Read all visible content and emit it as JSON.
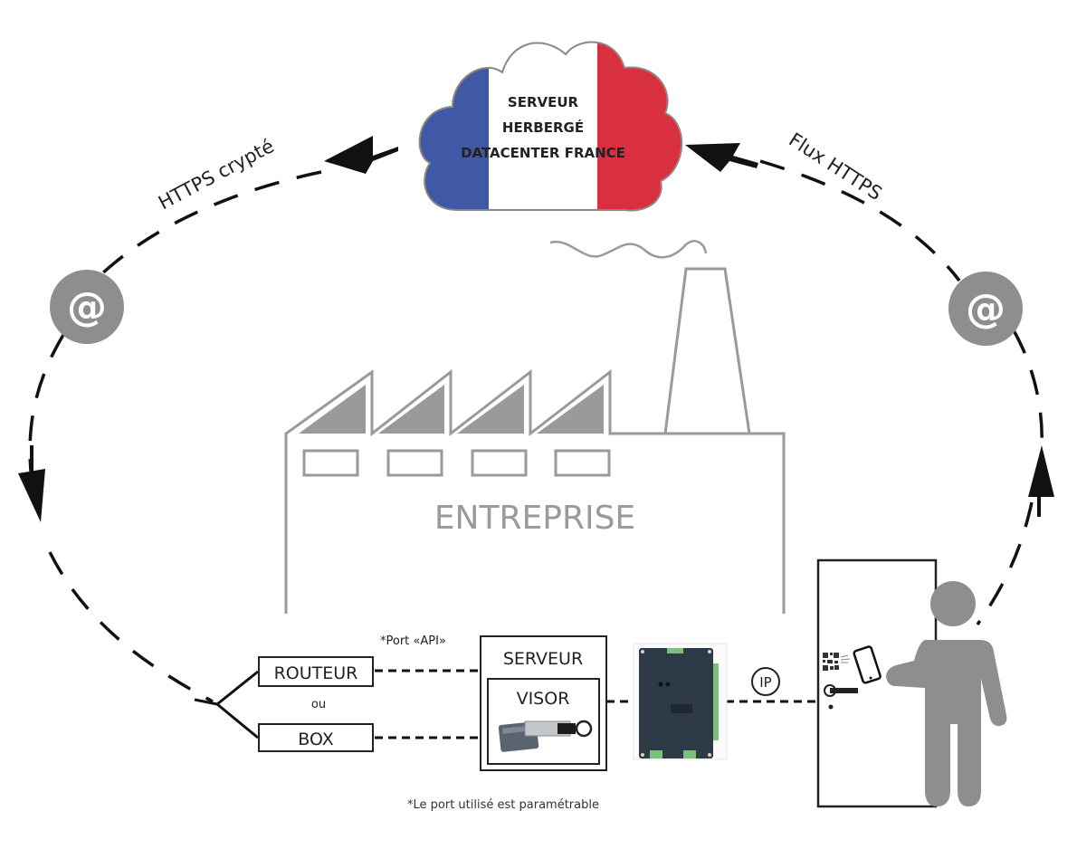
{
  "diagram": {
    "cloud": {
      "line1": "SERVEUR",
      "line2": "HERBERGÉ",
      "line3": "DATACENTER FRANCE",
      "flag_colors": {
        "blue": "#3f59a6",
        "white": "#ffffff",
        "red": "#d8303f"
      }
    },
    "flows": {
      "left_label": "HTTPS crypté",
      "right_label": "Flux HTTPS"
    },
    "email_nodes": [
      {
        "icon": "at-sign-icon",
        "glyph": "@"
      },
      {
        "icon": "at-sign-icon",
        "glyph": "@"
      }
    ],
    "factory": {
      "label": "ENTREPRISE",
      "color": "#9a9a9c"
    },
    "network": {
      "router_label": "ROUTEUR",
      "or_label": "ou",
      "box_label": "BOX",
      "port_label": "*Port «API»",
      "server_label": "SERVEUR",
      "visor_label": "VISOR",
      "ip_label": "IP",
      "footnote": "*Le port utilisé est paramétrable"
    },
    "colors": {
      "line": "#111111",
      "grey": "#9a9a9c",
      "person": "#8e8e90",
      "board": "#2e3a45",
      "board_green": "#7bbf7b"
    }
  }
}
